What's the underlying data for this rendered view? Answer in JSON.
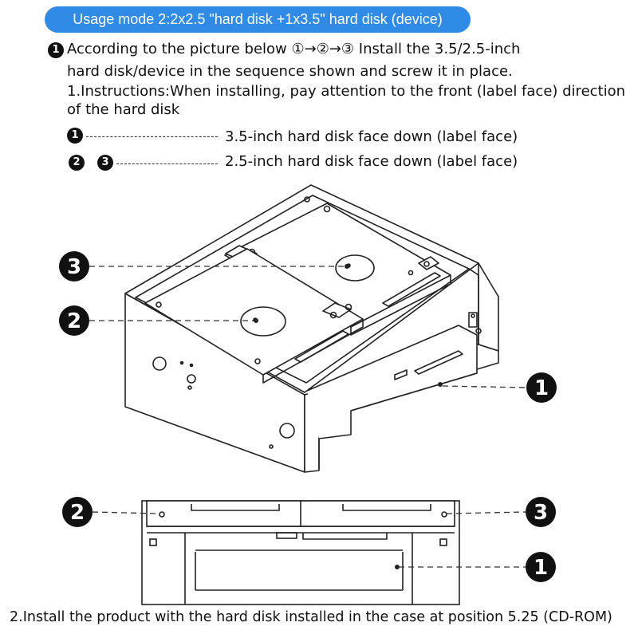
{
  "banner": "Usage mode 2:2x2.5 \"hard disk +1x3.5\" hard disk (device)",
  "step1": {
    "marker": "1",
    "line1": "According to the picture below ①→②→③  Install the 3.5/2.5-inch",
    "line2": "hard disk/device in the sequence shown and screw it in place.",
    "line3": "1.Instructions:When installing, pay attention to the front (label face) direction",
    "line4": "of the hard disk"
  },
  "legend": [
    {
      "markers": [
        "1"
      ],
      "text": "3.5-inch hard disk face down (label face)"
    },
    {
      "markers": [
        "2",
        "3"
      ],
      "text": "2.5-inch hard disk face down (label face)"
    }
  ],
  "diagram_callouts": {
    "top_view": [
      "3",
      "2",
      "1"
    ],
    "front_view": [
      "2",
      "3",
      "1"
    ]
  },
  "footer": "2.Install the product with the hard disk installed in the case at position 5.25 (CD-ROM)",
  "colors": {
    "banner": "#2f8be6",
    "ink": "#111111"
  }
}
